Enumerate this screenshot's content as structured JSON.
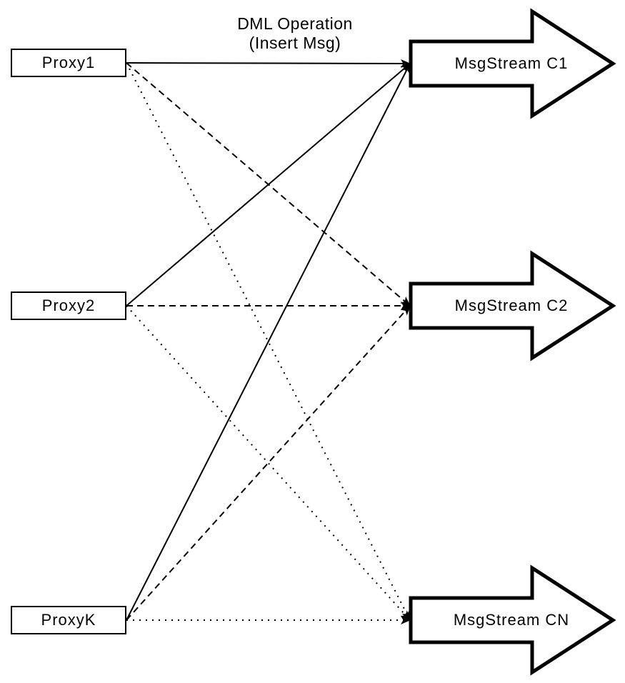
{
  "diagram": {
    "background_color": "#ffffff",
    "stroke_color": "#000000",
    "title": {
      "line1": "DML Operation",
      "line2": "(Insert Msg)"
    },
    "proxies": [
      {
        "id": "proxy1",
        "label": "Proxy1"
      },
      {
        "id": "proxy2",
        "label": "Proxy2"
      },
      {
        "id": "proxyk",
        "label": "ProxyK"
      }
    ],
    "streams": [
      {
        "id": "c1",
        "label": "MsgStream C1"
      },
      {
        "id": "c2",
        "label": "MsgStream C2"
      },
      {
        "id": "cn",
        "label": "MsgStream CN"
      }
    ],
    "edges": [
      {
        "from": "proxy1",
        "to": "c1",
        "style": "solid"
      },
      {
        "from": "proxy2",
        "to": "c1",
        "style": "solid"
      },
      {
        "from": "proxyk",
        "to": "c1",
        "style": "solid"
      },
      {
        "from": "proxy1",
        "to": "c2",
        "style": "dashed"
      },
      {
        "from": "proxy2",
        "to": "c2",
        "style": "dashed"
      },
      {
        "from": "proxyk",
        "to": "c2",
        "style": "dashed"
      },
      {
        "from": "proxy1",
        "to": "cn",
        "style": "dotted"
      },
      {
        "from": "proxy2",
        "to": "cn",
        "style": "dotted"
      },
      {
        "from": "proxyk",
        "to": "cn",
        "style": "dotted"
      }
    ]
  }
}
